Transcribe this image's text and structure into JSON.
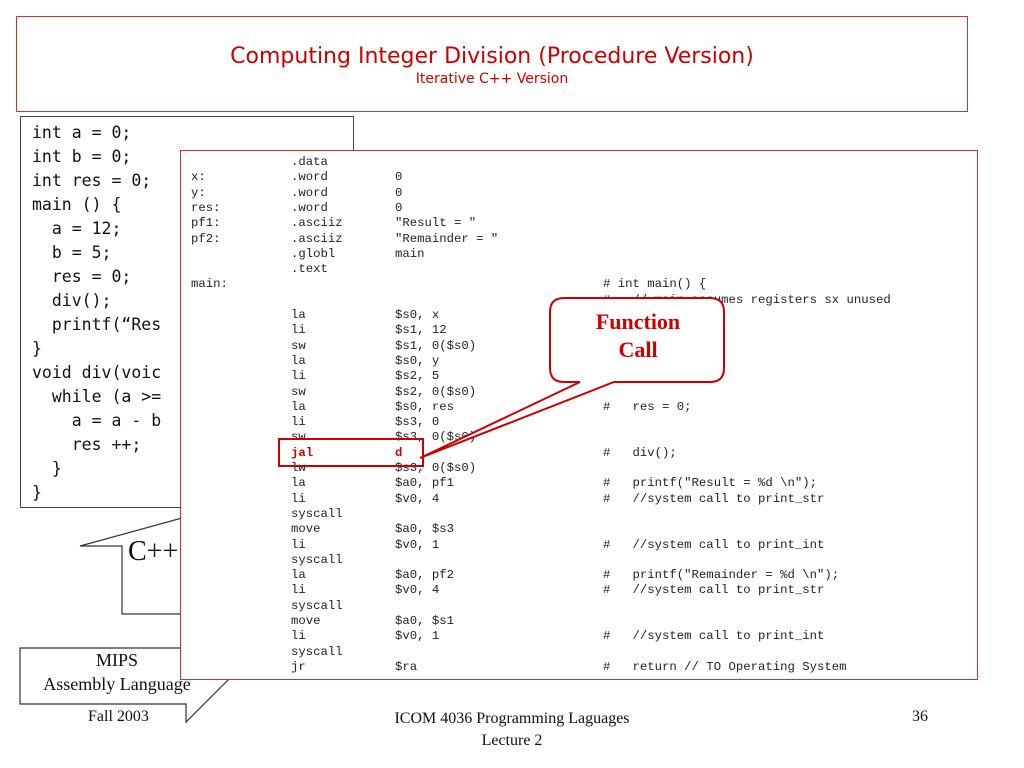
{
  "title": {
    "main": "Computing Integer Division (Procedure Version)",
    "sub": "Iterative C++ Version"
  },
  "cpp_code": [
    "int a = 0;",
    "int b = 0;",
    "int res = 0;",
    "main () {",
    "  a = 12;",
    "  b = 5;",
    "  res = 0;",
    "  div();",
    "  printf(“Res",
    "}",
    "void div(voic",
    "  while (a >=",
    "    a = a - b",
    "    res ++;",
    "  }",
    "}"
  ],
  "asm_code": [
    {
      "label": "",
      "op": ".data",
      "args": "",
      "comment": ""
    },
    {
      "label": "x:",
      "op": ".word",
      "args": "0",
      "comment": ""
    },
    {
      "label": "y:",
      "op": ".word",
      "args": "0",
      "comment": ""
    },
    {
      "label": "res:",
      "op": ".word",
      "args": "0",
      "comment": ""
    },
    {
      "label": "pf1:",
      "op": ".asciiz",
      "args": "\"Result = \"",
      "comment": ""
    },
    {
      "label": "pf2:",
      "op": ".asciiz",
      "args": "\"Remainder = \"",
      "comment": ""
    },
    {
      "label": "",
      "op": ".globl",
      "args": "main",
      "comment": ""
    },
    {
      "label": "",
      "op": ".text",
      "args": "",
      "comment": ""
    },
    {
      "label": "main:",
      "op": "",
      "args": "",
      "comment": "# int main() {"
    },
    {
      "label": "",
      "op": "",
      "args": "",
      "comment": "#   // main assumes registers sx unused"
    },
    {
      "label": "",
      "op": "la",
      "args": "$s0, x",
      "comment": ""
    },
    {
      "label": "",
      "op": "li",
      "args": "$s1, 12",
      "comment": ""
    },
    {
      "label": "",
      "op": "sw",
      "args": "$s1, 0($s0)",
      "comment": ""
    },
    {
      "label": "",
      "op": "la",
      "args": "$s0, y",
      "comment": ""
    },
    {
      "label": "",
      "op": "li",
      "args": "$s2, 5",
      "comment": ""
    },
    {
      "label": "",
      "op": "sw",
      "args": "$s2, 0($s0)",
      "comment": ""
    },
    {
      "label": "",
      "op": "la",
      "args": "$s0, res",
      "comment": "#   res = 0;"
    },
    {
      "label": "",
      "op": "li",
      "args": "$s3, 0",
      "comment": ""
    },
    {
      "label": "",
      "op": "sw",
      "args": "$s3, 0($s0)",
      "comment": ""
    },
    {
      "label": "",
      "op": "jal",
      "args": "d",
      "comment": "#   div();",
      "highlight": true
    },
    {
      "label": "",
      "op": "lw",
      "args": "$s3, 0($s0)",
      "comment": ""
    },
    {
      "label": "",
      "op": "la",
      "args": "$a0, pf1",
      "comment": "#   printf(\"Result = %d \\n\");"
    },
    {
      "label": "",
      "op": "li",
      "args": "$v0, 4",
      "comment": "#   //system call to print_str"
    },
    {
      "label": "",
      "op": "syscall",
      "args": "",
      "comment": ""
    },
    {
      "label": "",
      "op": "move",
      "args": "$a0, $s3",
      "comment": ""
    },
    {
      "label": "",
      "op": "li",
      "args": "$v0, 1",
      "comment": "#   //system call to print_int"
    },
    {
      "label": "",
      "op": "syscall",
      "args": "",
      "comment": ""
    },
    {
      "label": "",
      "op": "la",
      "args": "$a0, pf2",
      "comment": "#   printf(\"Remainder = %d \\n\");"
    },
    {
      "label": "",
      "op": "li",
      "args": "$v0, 4",
      "comment": "#   //system call to print_str"
    },
    {
      "label": "",
      "op": "syscall",
      "args": "",
      "comment": ""
    },
    {
      "label": "",
      "op": "move",
      "args": "$a0, $s1",
      "comment": ""
    },
    {
      "label": "",
      "op": "li",
      "args": "$v0, 1",
      "comment": "#   //system call to print_int"
    },
    {
      "label": "",
      "op": "syscall",
      "args": "",
      "comment": ""
    },
    {
      "label": "",
      "op": "jr",
      "args": "$ra",
      "comment": "#   return // TO Operating System"
    }
  ],
  "callout": {
    "line1": "Function",
    "line2": "Call"
  },
  "cpp_label": "C++",
  "mips_label": {
    "line1": "MIPS",
    "line2": "Assembly Language"
  },
  "footer": {
    "left": "Fall 2003",
    "center_line1": "ICOM 4036 Programming Laguages",
    "center_line2": "Lecture 2",
    "right": "36"
  },
  "colors": {
    "accent": "#cc0000",
    "border": "#d0302a"
  }
}
